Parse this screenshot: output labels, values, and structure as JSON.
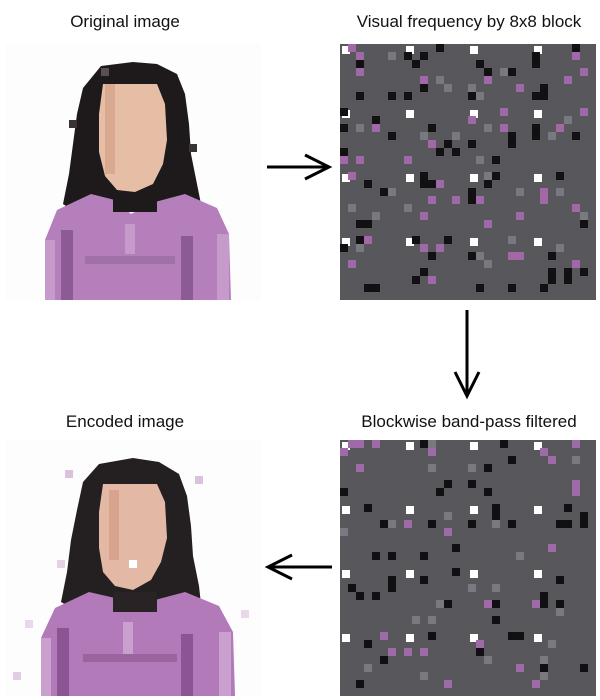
{
  "labels": {
    "original": "Original image",
    "frequency": "Visual frequency by 8x8 block",
    "filtered": "Blockwise band-pass filtered",
    "encoded": "Encoded image"
  },
  "colors": {
    "background": "#ffffff",
    "panel_bg": "#fdfdfd",
    "hair": "#1e1a1b",
    "skin": "#e6bea6",
    "sweater": "#b47fbb",
    "sweater_dark": "#8c5a94",
    "sweater_light": "#c69acb",
    "freq_bg": "#58575b",
    "freq_dot_dark": "#121012",
    "freq_dot_light": "#ffffff",
    "freq_dot_purple": "#a06aa8",
    "arrow": "#000000"
  },
  "arrows": [
    {
      "name": "arrow-right",
      "direction": "right"
    },
    {
      "name": "arrow-down",
      "direction": "down"
    },
    {
      "name": "arrow-left",
      "direction": "left"
    }
  ]
}
